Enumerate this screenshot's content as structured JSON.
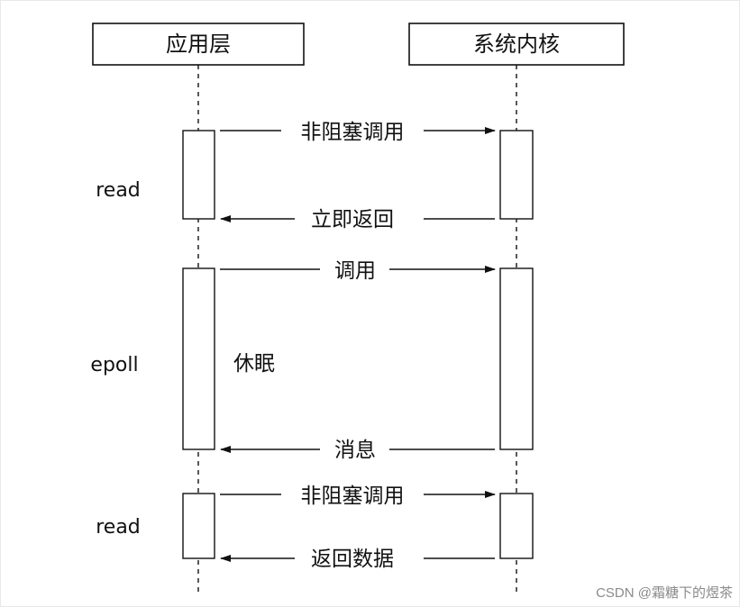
{
  "participants": {
    "app": "应用层",
    "kernel": "系统内核"
  },
  "phases": [
    {
      "side_label": "read",
      "request": "非阻塞调用",
      "response": "立即返回"
    },
    {
      "side_label": "epoll",
      "request": "调用",
      "note": "休眠",
      "response": "消息"
    },
    {
      "side_label": "read",
      "request": "非阻塞调用",
      "response": "返回数据"
    }
  ],
  "watermark": "CSDN @霜糖下的煜茶"
}
